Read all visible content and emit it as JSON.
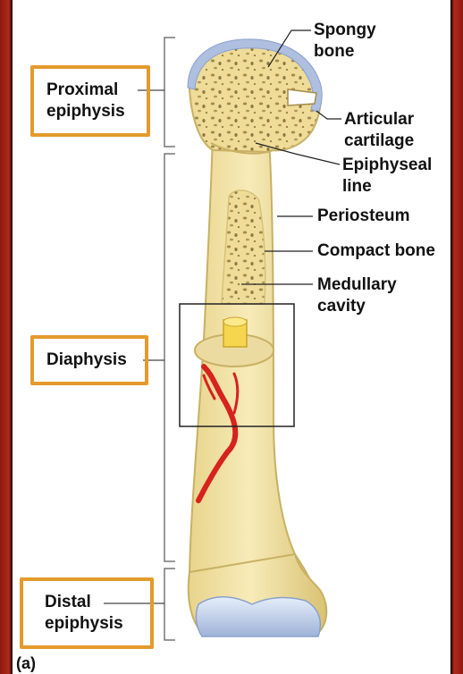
{
  "diagram": {
    "labels": {
      "spongy_bone": "Spongy\nbone",
      "articular_cartilage": "Articular\ncartilage",
      "epiphyseal_line": "Epiphyseal\nline",
      "periosteum": "Periosteum",
      "compact_bone": "Compact bone",
      "medullary_cavity": "Medullary\ncavity",
      "proximal_epiphysis": "Proximal\nepiphysis",
      "diaphysis": "Diaphysis",
      "distal_epiphysis": "Distal\nepiphysis",
      "panel_tag": "(a)"
    },
    "colors": {
      "bone": "#f2e3a3",
      "bone_shadow": "#d9c577",
      "cartilage": "#b9c9e6",
      "vessel": "#d7221e",
      "highlight_box": "#e49a2c",
      "side_frame": "#b3281a"
    }
  }
}
